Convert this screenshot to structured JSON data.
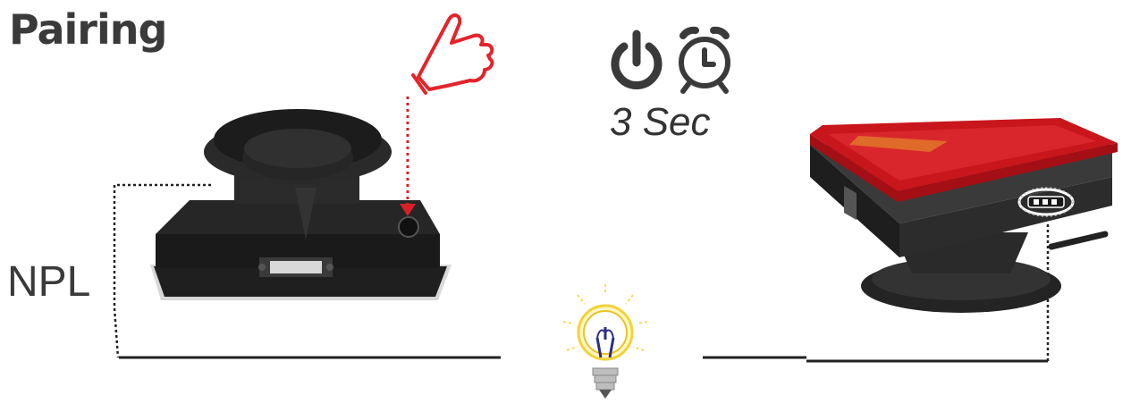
{
  "title": "Pairing",
  "receiver_label": "NPL",
  "hold_duration": "3 Sec",
  "icons": {
    "press": "pointing-hand-icon",
    "power": "power-icon",
    "timer": "alarm-clock-icon",
    "indicator": "light-bulb-icon"
  },
  "colors": {
    "hand": "#e3242b",
    "dotted_arrow": "#d81f26",
    "lamp_lens": "#c8161c",
    "bulb_glow": "#f5e15a",
    "text": "#3a3a3a",
    "device_body": "#1e1e1e"
  }
}
